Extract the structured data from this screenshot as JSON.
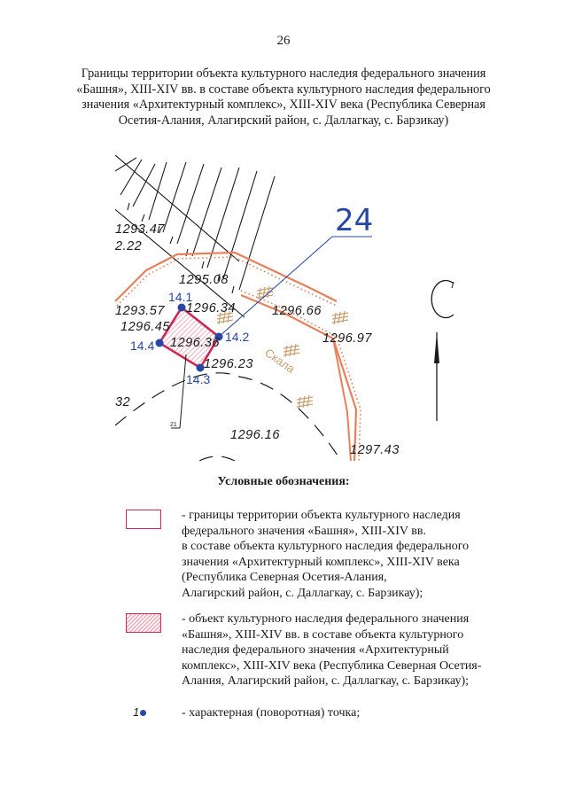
{
  "page": {
    "number": "26",
    "title": "Границы территории объекта культурного наследия федерального значения «Башня», XIII-XIV вв. в составе объекта культурного наследия федерального значения «Архитектурный комплекс», XIII-XIV века (Республика Северная Осетия-Алания, Алагирский район, с. Даллагкау, с. Барзикау)",
    "title_lines": [
      "Границы территории объекта культурного наследия федерального значения",
      "«Башня», XIII-XIV вв. в составе объекта культурного наследия федерального",
      "значения «Архитектурный комплекс», XIII-XIV века (Республика Северная",
      "Осетия-Алания, Алагирский район, с. Даллагкау, с. Барзикау)"
    ]
  },
  "map": {
    "object_number": "24",
    "rock_label": "Скала",
    "small_label": "21",
    "north_symbol": "С",
    "points": [
      {
        "label": "14.1"
      },
      {
        "label": "14.2"
      },
      {
        "label": "14.3"
      },
      {
        "label": "14.4"
      }
    ],
    "elevations": {
      "e1": "1293.47",
      "e2": "2.22",
      "e3": "1295.08",
      "e4": "1293.57",
      "e5": "1296.45",
      "e6": "1296.34",
      "e7": "1296.66",
      "e8": "1296.97",
      "e9": "1296.36",
      "e10": "1296.23",
      "e11": "32",
      "e12": "1296.16",
      "e13": "1297.43"
    },
    "colors": {
      "boundary": "#cc2a52",
      "hatch": "#f2a6b8",
      "point": "#2747a8",
      "cliff": "#e8805c",
      "rock_mark": "#c9a070",
      "leader": "#2747a8",
      "ink": "#1a1a1a"
    }
  },
  "legend": {
    "title": "Условные обозначения:",
    "items": [
      {
        "symbol": "boundary-outline",
        "lines": [
          "- границы территории объекта культурного наследия",
          "федерального значения «Башня», XIII-XIV вв.",
          "в составе объекта культурного наследия федерального",
          "значения «Архитектурный комплекс», XIII-XIV века",
          "(Республика Северная Осетия-Алания,",
          "Алагирский район, с. Даллагкау, с. Барзикау);"
        ]
      },
      {
        "symbol": "hatched-object",
        "lines": [
          "- объект культурного наследия федерального значения",
          "«Башня», XIII-XIV вв. в составе объекта культурного",
          "наследия федерального значения «Архитектурный",
          "комплекс», XIII-XIV века (Республика Северная Осетия-",
          "Алания, Алагирский район, с. Даллагкау, с. Барзикау);"
        ]
      },
      {
        "symbol": "turning-point",
        "symbol_label": "1",
        "lines": [
          "- характерная (поворотная) точка;"
        ]
      }
    ]
  }
}
